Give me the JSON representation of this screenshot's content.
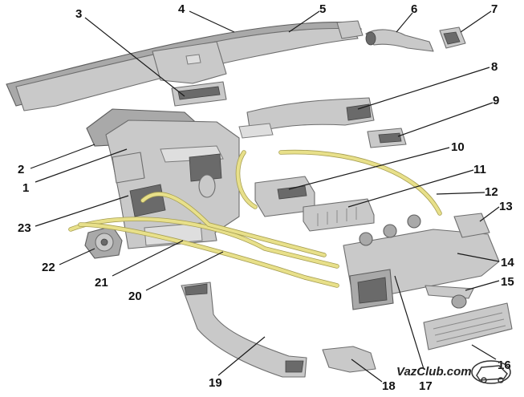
{
  "diagram": {
    "callouts": [
      "1",
      "2",
      "3",
      "4",
      "5",
      "6",
      "7",
      "8",
      "9",
      "10",
      "11",
      "12",
      "13",
      "14",
      "15",
      "16",
      "17",
      "18",
      "19",
      "20",
      "21",
      "22",
      "23"
    ]
  },
  "watermark": {
    "text": "VazClub.com",
    "icon": "car-logo-icon"
  },
  "colors": {
    "part_fill": "#c9c9c9",
    "part_stroke": "#6e6e6e",
    "cable": "#e8e08a",
    "text": "#111111"
  }
}
